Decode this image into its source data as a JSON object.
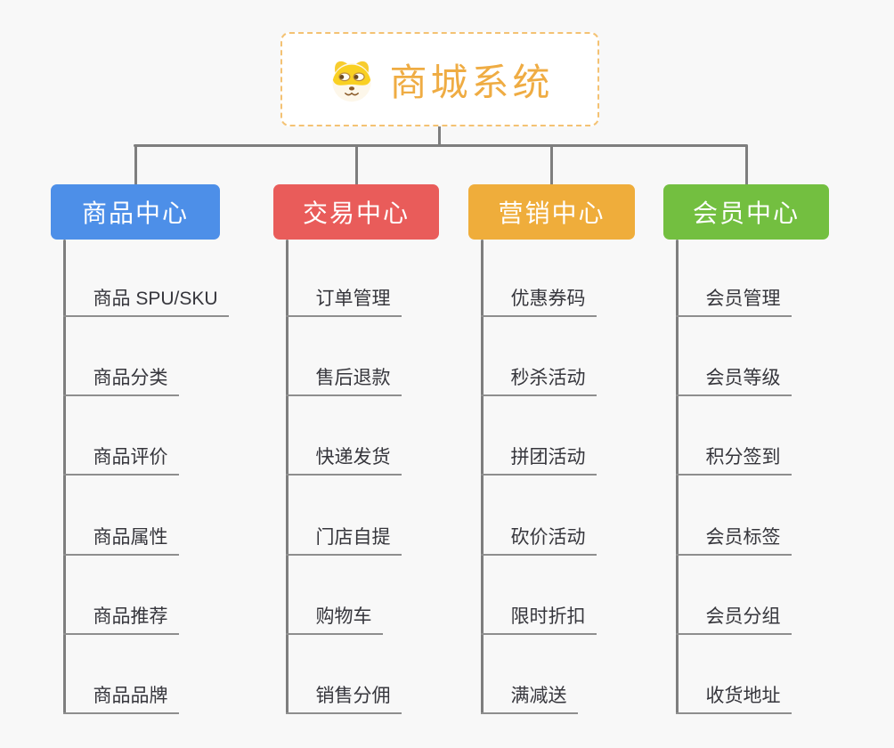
{
  "root": {
    "title": "商城系统",
    "icon": "dog-face-icon"
  },
  "branches": [
    {
      "label": "商品中心",
      "color": "#4d8fe8",
      "children": [
        "商品 SPU/SKU",
        "商品分类",
        "商品评价",
        "商品属性",
        "商品推荐",
        "商品品牌"
      ]
    },
    {
      "label": "交易中心",
      "color": "#e95c5a",
      "children": [
        "订单管理",
        "售后退款",
        "快递发货",
        "门店自提",
        "购物车",
        "销售分佣"
      ]
    },
    {
      "label": "营销中心",
      "color": "#efad3b",
      "children": [
        "优惠券码",
        "秒杀活动",
        "拼团活动",
        "砍价活动",
        "限时折扣",
        "满减送"
      ]
    },
    {
      "label": "会员中心",
      "color": "#73bf40",
      "children": [
        "会员管理",
        "会员等级",
        "积分签到",
        "会员标签",
        "会员分组",
        "收货地址"
      ]
    }
  ],
  "colors": {
    "background": "#f8f8f8",
    "connector": "#7e7e7e",
    "leaf_underline": "#8e8e8e",
    "leaf_text": "#36363c",
    "header_text": "#ffffff",
    "root_border": "#f4c273",
    "root_title": "#efac43",
    "root_background": "#ffffff"
  }
}
